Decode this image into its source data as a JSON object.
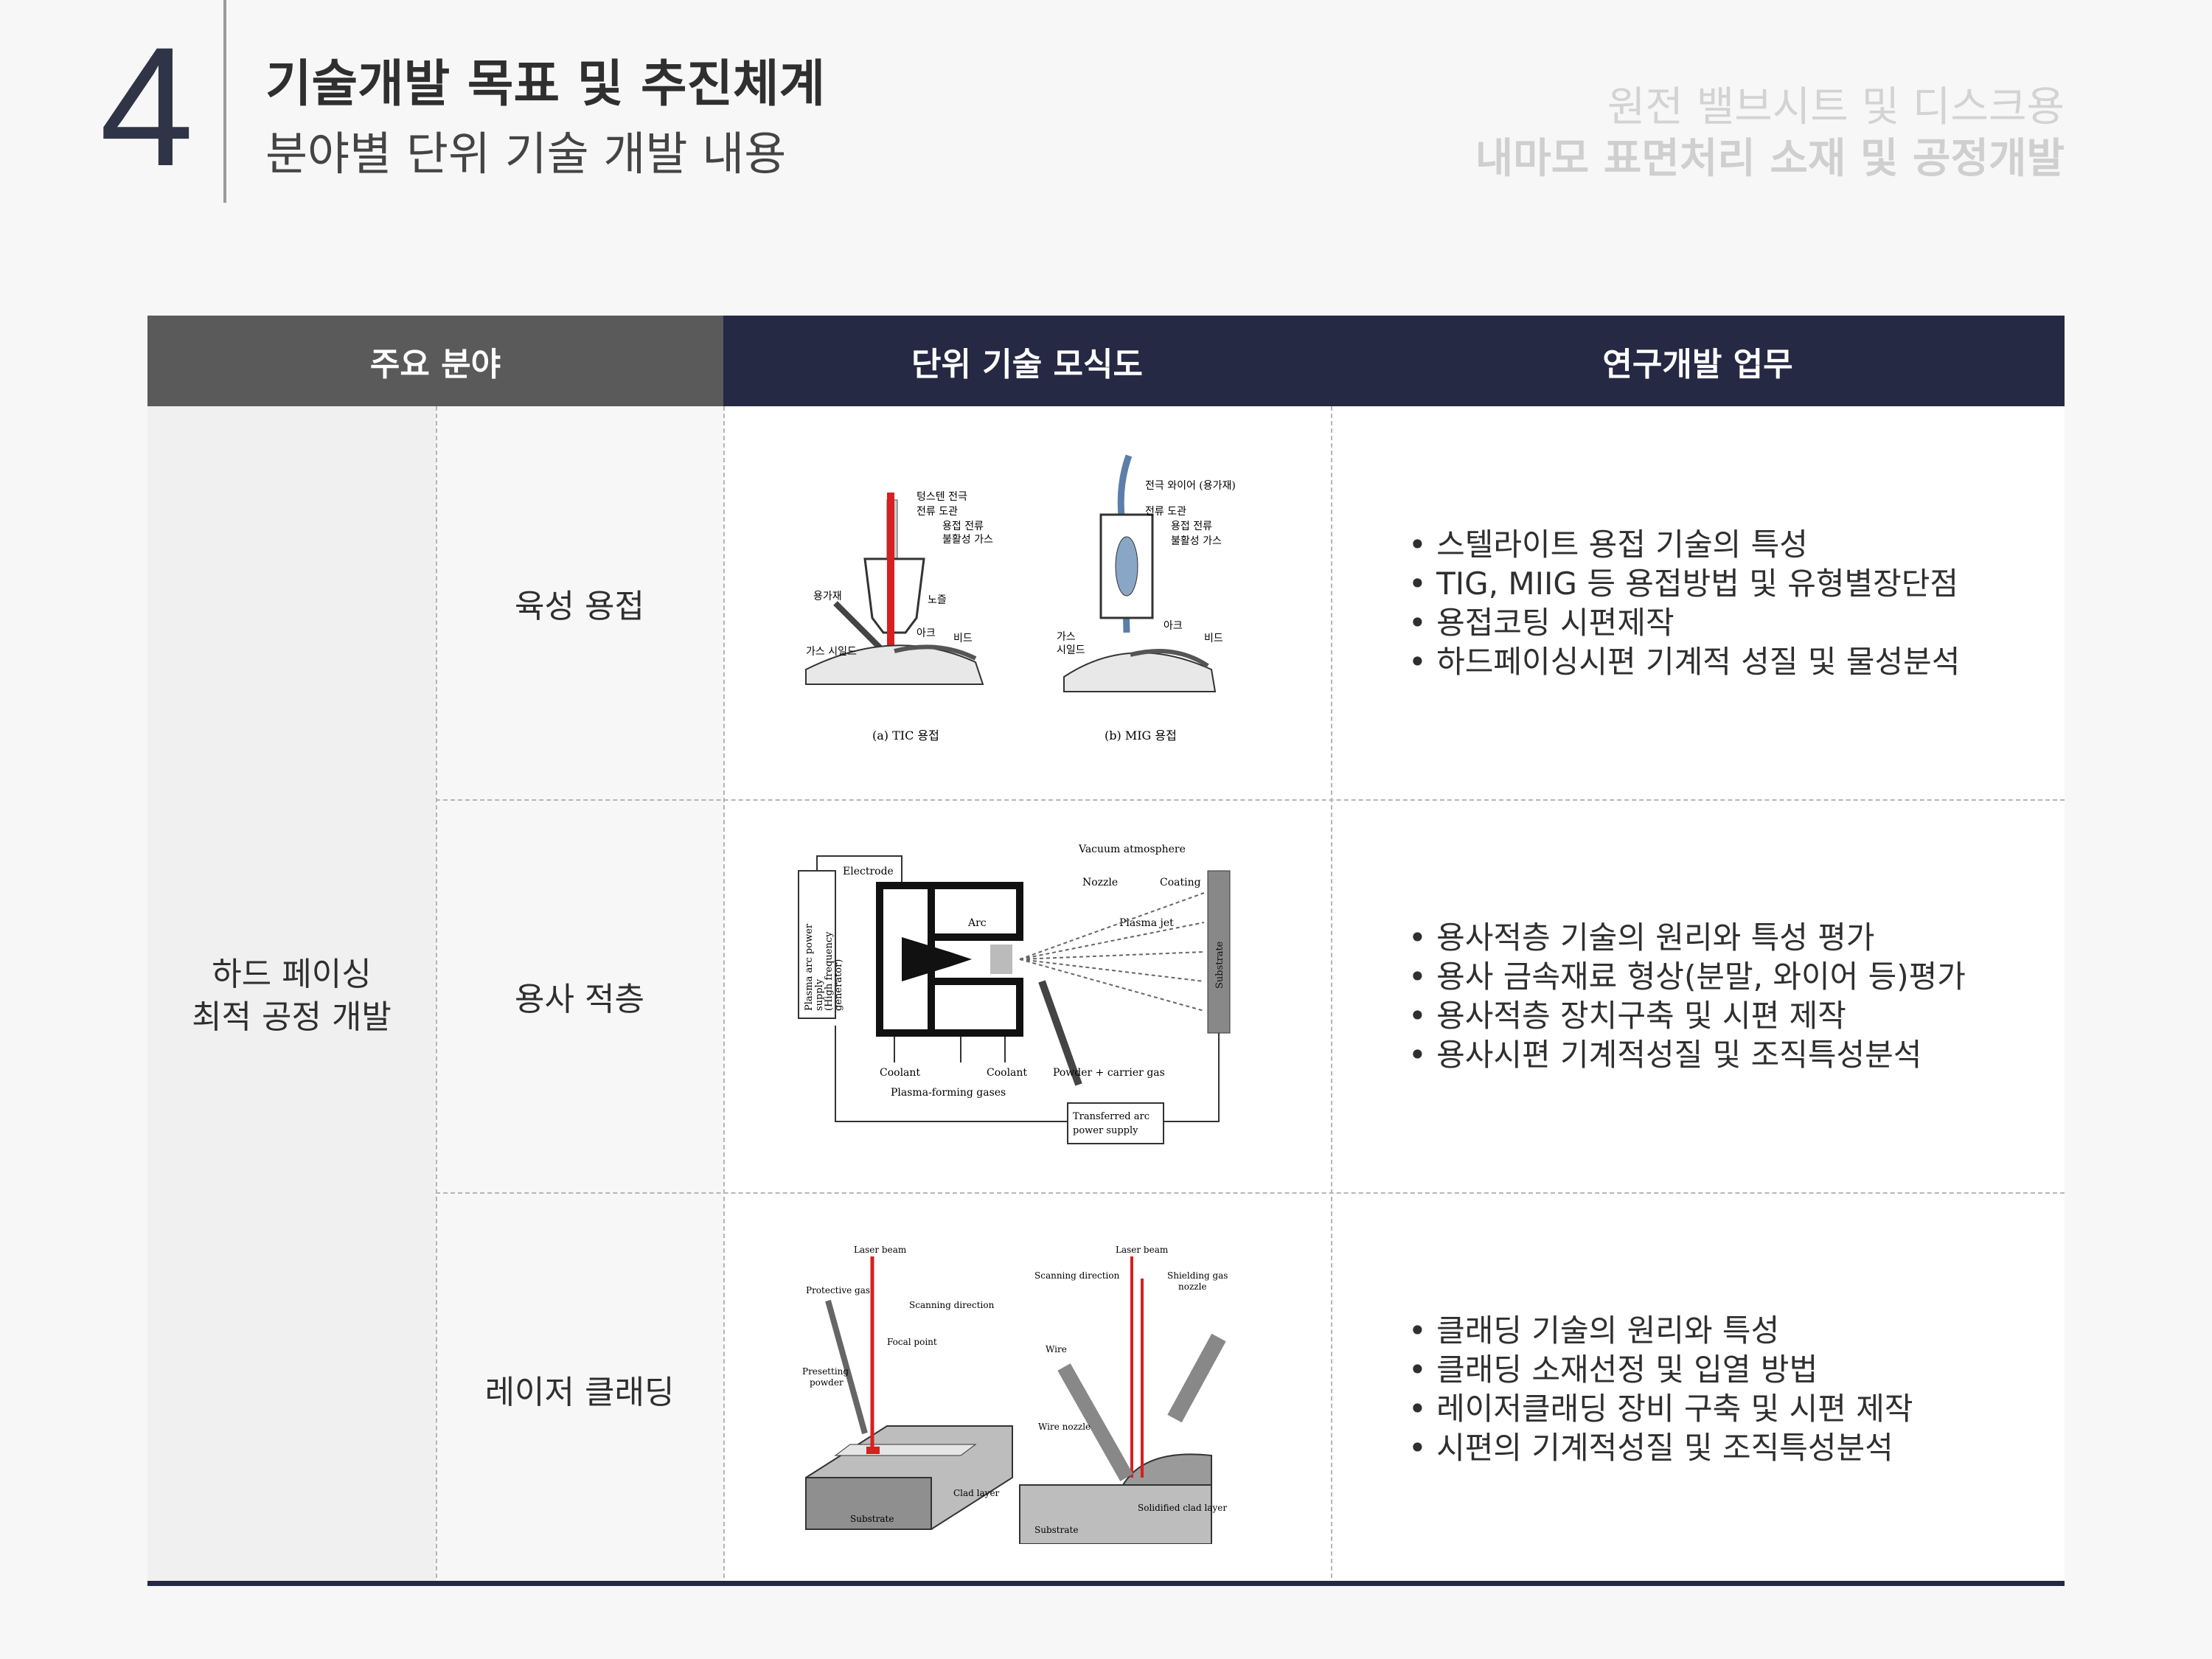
{
  "header": {
    "section_number": "4",
    "title": "기술개발 목표 및 추진체계",
    "subtitle": "분야별 단위 기술 개발 내용",
    "project_line1": "원전 밸브시트 및 디스크용",
    "project_line2": "내마모 표면처리 소재 및 공정개발"
  },
  "table": {
    "columns": [
      "주요 분야",
      "단위 기술 모식도",
      "연구개발 업무"
    ],
    "main_field": "하드 페이싱\n최적 공정 개발",
    "rows": [
      {
        "sub_field": "육성 용접",
        "diagram_labels": {
          "caption_a": "(a) TIC 용접",
          "caption_b": "(b) MIG 용접",
          "a_labels": [
            "텅스텐 전극",
            "전류 도관",
            "용접 전류",
            "불활성 가스",
            "노즐",
            "용가재",
            "아크",
            "비드",
            "가스 시일드"
          ],
          "b_labels": [
            "전극 와이어 (용가재)",
            "전류 도관",
            "용접 전류",
            "불활성 가스",
            "아크",
            "비드",
            "가스",
            "시일드"
          ]
        },
        "tasks": [
          "스텔라이트 용접 기술의 특성",
          "TIG, MIIG 등 용접방법 및 유형별장단점",
          "용접코팅 시편제작",
          "하드페이싱시편 기계적 성질 및 물성분석"
        ]
      },
      {
        "sub_field": "용사 적층",
        "diagram_labels": {
          "vacuum": "Vacuum atmosphere",
          "electrode": "Electrode",
          "nozzle": "Nozzle",
          "coating": "Coating",
          "arc": "Arc",
          "plasma_jet": "Plasma jet",
          "substrate": "Substrate",
          "power": "Plasma arc power",
          "supply": "supply",
          "hf1": "(High frequency",
          "hf2": "generator)",
          "coolant1": "Coolant",
          "coolant2": "Coolant",
          "plasma_gases": "Plasma-forming gases",
          "powder": "Powder + carrier gas",
          "transferred1": "Transferred arc",
          "transferred2": "power supply"
        },
        "tasks": [
          "용사적층 기술의 원리와 특성 평가",
          "용사 금속재료 형상(분말, 와이어 등)평가",
          "용사적층 장치구축 및 시편 제작",
          "용사시편 기계적성질 및 조직특성분석"
        ]
      },
      {
        "sub_field": "레이저 클래딩",
        "diagram_labels": {
          "laser_beam_a": "Laser beam",
          "protective_gas": "Protective gas",
          "scanning_a": "Scanning direction",
          "focal_point": "Focal point",
          "presetting": "Presetting",
          "powder": "powder",
          "clad_layer": "Clad layer",
          "substrate_a": "Substrate",
          "laser_beam_b": "Laser beam",
          "scanning_b": "Scanning direction",
          "shielding": "Shielding gas",
          "nozzle": "nozzle",
          "wire": "Wire",
          "wire_nozzle": "Wire nozzle",
          "solidified": "Solidified clad layer",
          "substrate_b": "Substrate"
        },
        "tasks": [
          "클래딩 기술의 원리와 특성",
          "클래딩 소재선정 및 입열 방법",
          "레이저클래딩 장비 구축 및 시편 제작",
          "시편의 기계적성질 및 조직특성분석"
        ]
      }
    ]
  },
  "colors": {
    "header_gray": "#5a5a5a",
    "header_navy": "#262944",
    "accent_red": "#d7201f",
    "wire_blue": "#5b7fa8"
  }
}
